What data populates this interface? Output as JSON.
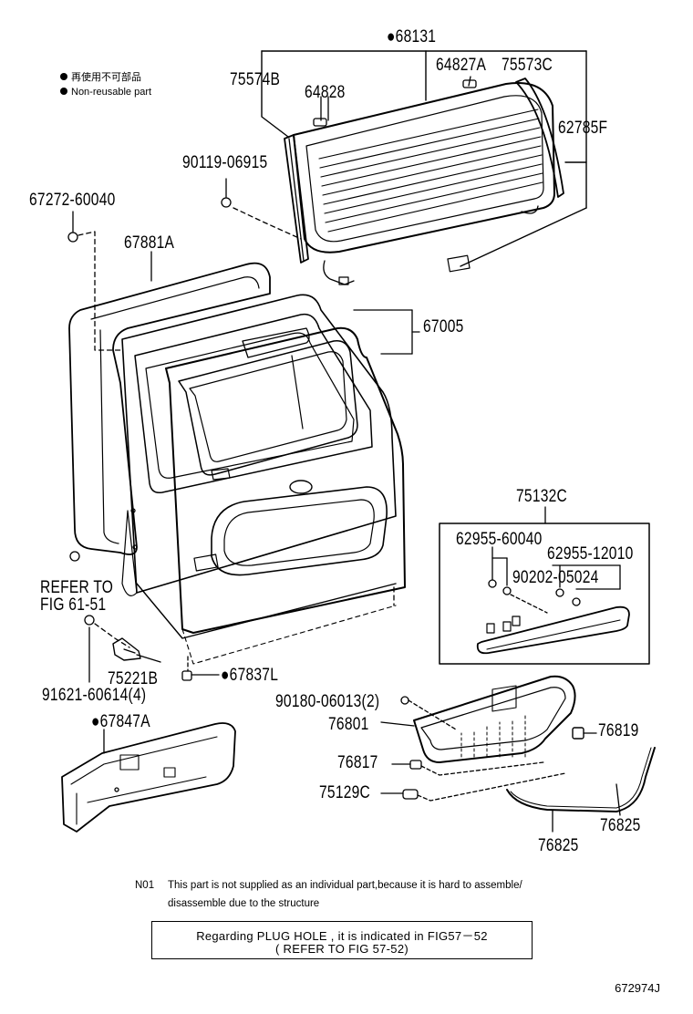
{
  "legend": {
    "line1": "再使用不可部品",
    "line2": "Non-reusable part",
    "marker": "●"
  },
  "parts": {
    "p68131": "68131",
    "p75574B": "75574B",
    "p64828": "64828",
    "p64827A": "64827A",
    "p75573C": "75573C",
    "p62785F": "62785F",
    "p90119": "90119-06915",
    "p67272": "67272-60040",
    "p67881A": "67881A",
    "p67005": "67005",
    "p75132C": "75132C",
    "p62955a": "62955-60040",
    "p62955b": "62955-12010",
    "p90202": "90202-05024",
    "refer1": "REFER TO",
    "refer2": "FIG 61-51",
    "p75221B": "75221B",
    "p67837L": "67837L",
    "p91621": "91621-60614(4)",
    "p90180": "90180-06013(2)",
    "p76801": "76801",
    "p76819": "76819",
    "p67847A": "67847A",
    "p76817": "76817",
    "p75129C": "75129C",
    "p76825a": "76825",
    "p76825b": "76825"
  },
  "notes": {
    "n01_code": "N01",
    "n01_line1": "This part is not supplied as an individual part,because it is hard to assemble/",
    "n01_line2": "disassemble due to the structure",
    "box_line1": "Regarding PLUG HOLE , it is indicated in FIG57－52",
    "box_line2": "( REFER TO FIG 57-52)"
  },
  "figure_number": "672974J"
}
